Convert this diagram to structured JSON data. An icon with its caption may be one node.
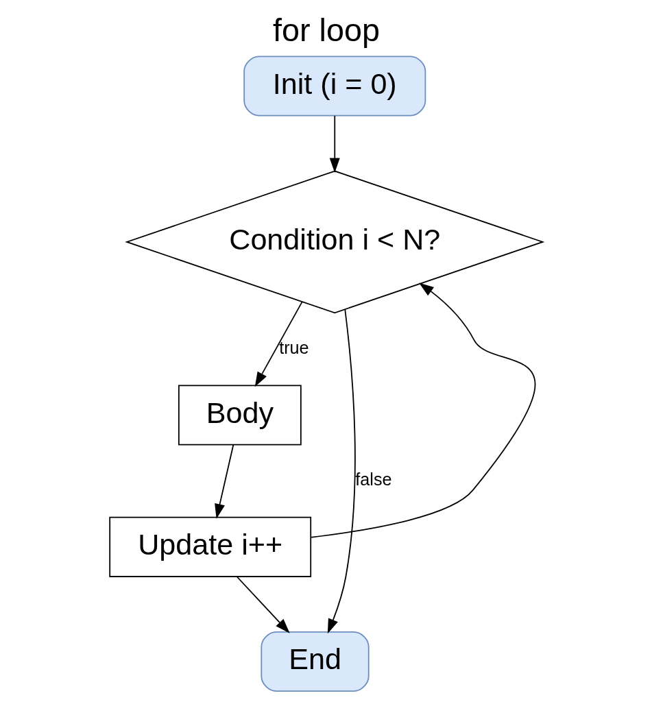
{
  "diagram": {
    "title": "for loop",
    "nodes": [
      {
        "text": [
          "Init (i = 0)"
        ]
      },
      {
        "text": [
          "Condition i < N?"
        ]
      },
      {
        "text": [
          "Body"
        ]
      },
      {
        "text": [
          "Update i++"
        ]
      },
      {
        "text": [
          "End"
        ]
      }
    ],
    "edges": [
      {
        "from": 0,
        "to": 1,
        "arrow": "to"
      },
      {
        "from": 1,
        "to": 2,
        "arrow": "to",
        "label": "true"
      },
      {
        "from": 2,
        "to": 3,
        "arrow": "to"
      },
      {
        "from": 3,
        "to": 1,
        "arrow": "to"
      },
      {
        "from": 1,
        "to": 4,
        "arrow": "to",
        "label": "false"
      },
      {
        "from": 3,
        "to": 4,
        "arrow": "to"
      }
    ]
  }
}
